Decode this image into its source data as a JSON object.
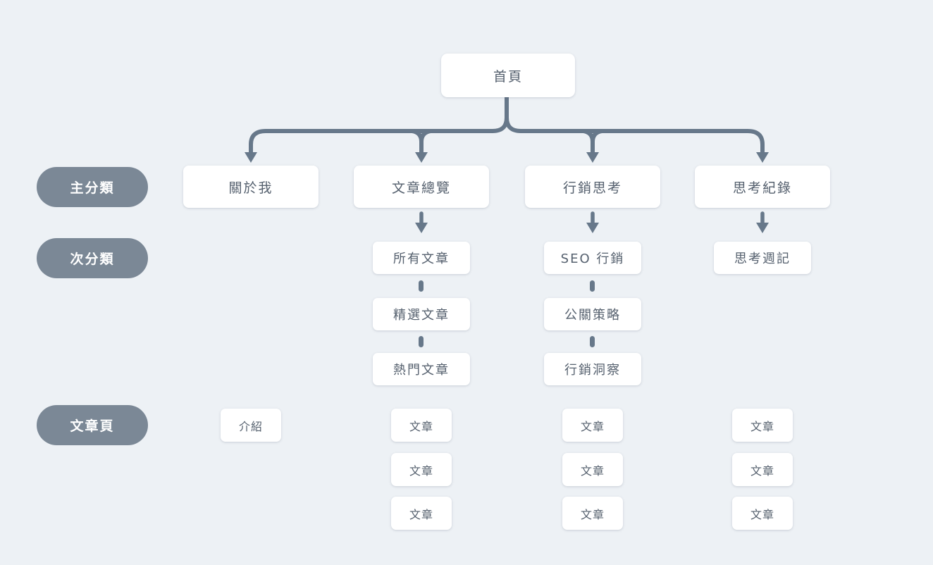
{
  "diagram": {
    "title": "blog sitemap",
    "root": {
      "label": "首頁"
    },
    "row_labels": [
      {
        "label": "主分類"
      },
      {
        "label": "次分類"
      },
      {
        "label": "文章頁"
      }
    ],
    "columns": [
      {
        "main": "關於我",
        "subs": [],
        "articles": [
          "介紹"
        ]
      },
      {
        "main": "文章總覽",
        "subs": [
          "所有文章",
          "精選文章",
          "熱門文章"
        ],
        "articles": [
          "文章",
          "文章",
          "文章"
        ]
      },
      {
        "main": "行銷思考",
        "subs": [
          "SEO 行銷",
          "公關策略",
          "行銷洞察"
        ],
        "articles": [
          "文章",
          "文章",
          "文章"
        ]
      },
      {
        "main": "思考紀錄",
        "subs": [
          "思考週記"
        ],
        "articles": [
          "文章",
          "文章",
          "文章"
        ]
      }
    ],
    "colors": {
      "background": "#edf1f5",
      "card": "#ffffff",
      "pill": "#7b8896",
      "connector": "#67788a",
      "box_text": "#55606e"
    }
  }
}
